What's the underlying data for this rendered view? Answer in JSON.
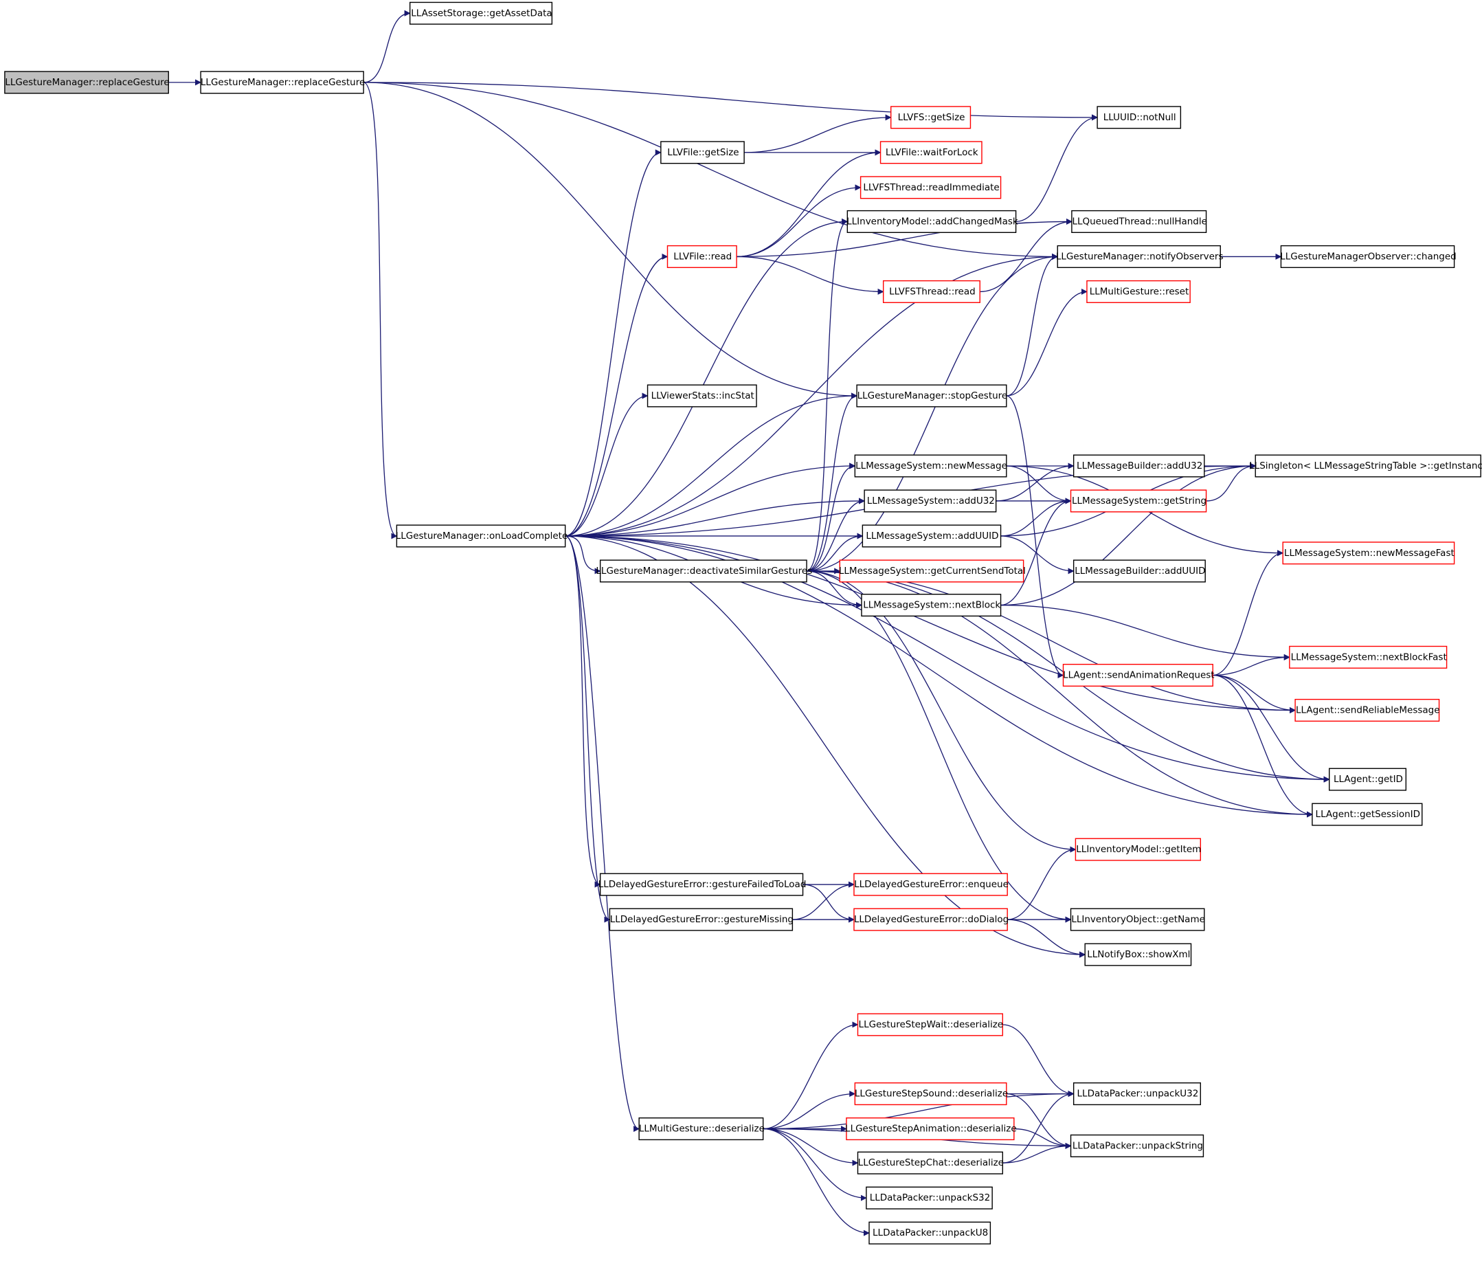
{
  "colors": {
    "edge": "#191970",
    "box_border": "#000000",
    "box_border_incomplete": "#ff0000",
    "root_fill": "#bfbfbf",
    "box_fill": "#ffffff"
  },
  "nodes": [
    {
      "id": "root",
      "label": "LLGestureManager::replaceGesture",
      "style": "root"
    },
    {
      "id": "rg",
      "label": "LLGestureManager::replaceGesture",
      "style": "normal"
    },
    {
      "id": "getAssetData",
      "label": "LLAssetStorage::getAssetData",
      "style": "normal"
    },
    {
      "id": "notNull",
      "label": "LLUUID::notNull",
      "style": "normal"
    },
    {
      "id": "vfsGetSize",
      "label": "LLVFS::getSize",
      "style": "red"
    },
    {
      "id": "vfileGetSize",
      "label": "LLVFile::getSize",
      "style": "normal"
    },
    {
      "id": "waitForLock",
      "label": "LLVFile::waitForLock",
      "style": "red"
    },
    {
      "id": "readImmediate",
      "label": "LLVFSThread::readImmediate",
      "style": "red"
    },
    {
      "id": "addChangedMask",
      "label": "LLInventoryModel::addChangedMask",
      "style": "normal"
    },
    {
      "id": "nullHandle",
      "label": "LLQueuedThread::nullHandle",
      "style": "normal"
    },
    {
      "id": "vfileRead",
      "label": "LLVFile::read",
      "style": "red"
    },
    {
      "id": "notifyObservers",
      "label": "LLGestureManager::notifyObservers",
      "style": "normal"
    },
    {
      "id": "changed",
      "label": "LLGestureManagerObserver::changed",
      "style": "normal"
    },
    {
      "id": "vfsRead",
      "label": "LLVFSThread::read",
      "style": "red"
    },
    {
      "id": "mgReset",
      "label": "LLMultiGesture::reset",
      "style": "red"
    },
    {
      "id": "incStat",
      "label": "LLViewerStats::incStat",
      "style": "normal"
    },
    {
      "id": "stopGesture",
      "label": "LLGestureManager::stopGesture",
      "style": "normal"
    },
    {
      "id": "newMessage",
      "label": "LLMessageSystem::newMessage",
      "style": "normal"
    },
    {
      "id": "mbAddU32",
      "label": "LLMessageBuilder::addU32",
      "style": "normal"
    },
    {
      "id": "getInstance",
      "label": "LLSingleton< LLMessageStringTable >::getInstance",
      "style": "normal"
    },
    {
      "id": "msAddU32",
      "label": "LLMessageSystem::addU32",
      "style": "normal"
    },
    {
      "id": "getString",
      "label": "LLMessageSystem::getString",
      "style": "red"
    },
    {
      "id": "onLoadComplete",
      "label": "LLGestureManager::onLoadComplete",
      "style": "normal"
    },
    {
      "id": "addUUID",
      "label": "LLMessageSystem::addUUID",
      "style": "normal"
    },
    {
      "id": "newMessageFast",
      "label": "LLMessageSystem::newMessageFast",
      "style": "red"
    },
    {
      "id": "deactivate",
      "label": "LLGestureManager::deactivateSimilarGestures",
      "style": "normal"
    },
    {
      "id": "getCurrentSendTotal",
      "label": "LLMessageSystem::getCurrentSendTotal",
      "style": "red"
    },
    {
      "id": "mbAddUUID",
      "label": "LLMessageBuilder::addUUID",
      "style": "normal"
    },
    {
      "id": "nextBlock",
      "label": "LLMessageSystem::nextBlock",
      "style": "normal"
    },
    {
      "id": "nextBlockFast",
      "label": "LLMessageSystem::nextBlockFast",
      "style": "red"
    },
    {
      "id": "sendAnimationRequest",
      "label": "LLAgent::sendAnimationRequest",
      "style": "red"
    },
    {
      "id": "sendReliableMessage",
      "label": "LLAgent::sendReliableMessage",
      "style": "red"
    },
    {
      "id": "getID",
      "label": "LLAgent::getID",
      "style": "normal"
    },
    {
      "id": "getSessionID",
      "label": "LLAgent::getSessionID",
      "style": "normal"
    },
    {
      "id": "getItem",
      "label": "LLInventoryModel::getItem",
      "style": "red"
    },
    {
      "id": "gestureFailedToLoad",
      "label": "LLDelayedGestureError::gestureFailedToLoad",
      "style": "normal"
    },
    {
      "id": "enqueue",
      "label": "LLDelayedGestureError::enqueue",
      "style": "red"
    },
    {
      "id": "gestureMissing",
      "label": "LLDelayedGestureError::gestureMissing",
      "style": "normal"
    },
    {
      "id": "doDialog",
      "label": "LLDelayedGestureError::doDialog",
      "style": "red"
    },
    {
      "id": "getName",
      "label": "LLInventoryObject::getName",
      "style": "normal"
    },
    {
      "id": "showXml",
      "label": "LLNotifyBox::showXml",
      "style": "normal"
    },
    {
      "id": "stepWait",
      "label": "LLGestureStepWait::deserialize",
      "style": "red"
    },
    {
      "id": "stepSound",
      "label": "LLGestureStepSound::deserialize",
      "style": "red"
    },
    {
      "id": "unpackU32",
      "label": "LLDataPacker::unpackU32",
      "style": "normal"
    },
    {
      "id": "mgDeserialize",
      "label": "LLMultiGesture::deserialize",
      "style": "normal"
    },
    {
      "id": "stepAnim",
      "label": "LLGestureStepAnimation::deserialize",
      "style": "red"
    },
    {
      "id": "unpackString",
      "label": "LLDataPacker::unpackString",
      "style": "normal"
    },
    {
      "id": "stepChat",
      "label": "LLGestureStepChat::deserialize",
      "style": "normal"
    },
    {
      "id": "unpackS32",
      "label": "LLDataPacker::unpackS32",
      "style": "normal"
    },
    {
      "id": "unpackU8",
      "label": "LLDataPacker::unpackU8",
      "style": "normal"
    }
  ],
  "edges": [
    [
      "root",
      "rg"
    ],
    [
      "rg",
      "getAssetData"
    ],
    [
      "rg",
      "notNull"
    ],
    [
      "rg",
      "notifyObservers"
    ],
    [
      "rg",
      "stopGesture"
    ],
    [
      "rg",
      "onLoadComplete"
    ],
    [
      "vfileGetSize",
      "vfsGetSize"
    ],
    [
      "vfileGetSize",
      "waitForLock"
    ],
    [
      "vfileRead",
      "waitForLock"
    ],
    [
      "vfileRead",
      "readImmediate"
    ],
    [
      "vfileRead",
      "nullHandle"
    ],
    [
      "vfileRead",
      "vfsRead"
    ],
    [
      "vfsRead",
      "nullHandle"
    ],
    [
      "addChangedMask",
      "notNull"
    ],
    [
      "notifyObservers",
      "changed"
    ],
    [
      "stopGesture",
      "notifyObservers"
    ],
    [
      "stopGesture",
      "mgReset"
    ],
    [
      "stopGesture",
      "sendAnimationRequest"
    ],
    [
      "newMessage",
      "getString"
    ],
    [
      "newMessage",
      "getInstance"
    ],
    [
      "newMessage",
      "newMessageFast"
    ],
    [
      "msAddU32",
      "mbAddU32"
    ],
    [
      "msAddU32",
      "getString"
    ],
    [
      "addUUID",
      "getString"
    ],
    [
      "addUUID",
      "mbAddUUID"
    ],
    [
      "addUUID",
      "getInstance"
    ],
    [
      "nextBlock",
      "getString"
    ],
    [
      "nextBlock",
      "getInstance"
    ],
    [
      "nextBlock",
      "nextBlockFast"
    ],
    [
      "getString",
      "getInstance"
    ],
    [
      "sendAnimationRequest",
      "newMessageFast"
    ],
    [
      "sendAnimationRequest",
      "nextBlockFast"
    ],
    [
      "sendAnimationRequest",
      "sendReliableMessage"
    ],
    [
      "sendAnimationRequest",
      "getID"
    ],
    [
      "sendAnimationRequest",
      "getSessionID"
    ],
    [
      "onLoadComplete",
      "vfileGetSize"
    ],
    [
      "onLoadComplete",
      "addChangedMask"
    ],
    [
      "onLoadComplete",
      "vfileRead"
    ],
    [
      "onLoadComplete",
      "notifyObservers"
    ],
    [
      "onLoadComplete",
      "incStat"
    ],
    [
      "onLoadComplete",
      "stopGesture"
    ],
    [
      "onLoadComplete",
      "newMessage"
    ],
    [
      "onLoadComplete",
      "msAddU32"
    ],
    [
      "onLoadComplete",
      "addUUID"
    ],
    [
      "onLoadComplete",
      "deactivate"
    ],
    [
      "onLoadComplete",
      "nextBlock"
    ],
    [
      "onLoadComplete",
      "getInstance"
    ],
    [
      "onLoadComplete",
      "sendReliableMessage"
    ],
    [
      "onLoadComplete",
      "getID"
    ],
    [
      "onLoadComplete",
      "gestureFailedToLoad"
    ],
    [
      "onLoadComplete",
      "gestureMissing"
    ],
    [
      "onLoadComplete",
      "showXml"
    ],
    [
      "onLoadComplete",
      "getSessionID"
    ],
    [
      "onLoadComplete",
      "mgDeserialize"
    ],
    [
      "deactivate",
      "addChangedMask"
    ],
    [
      "deactivate",
      "notifyObservers"
    ],
    [
      "deactivate",
      "stopGesture"
    ],
    [
      "deactivate",
      "newMessage"
    ],
    [
      "deactivate",
      "msAddU32"
    ],
    [
      "deactivate",
      "addUUID"
    ],
    [
      "deactivate",
      "getCurrentSendTotal"
    ],
    [
      "deactivate",
      "nextBlock"
    ],
    [
      "deactivate",
      "sendReliableMessage"
    ],
    [
      "deactivate",
      "getID"
    ],
    [
      "deactivate",
      "getSessionID"
    ],
    [
      "deactivate",
      "getItem"
    ],
    [
      "deactivate",
      "getName"
    ],
    [
      "gestureFailedToLoad",
      "enqueue"
    ],
    [
      "gestureFailedToLoad",
      "doDialog"
    ],
    [
      "gestureMissing",
      "enqueue"
    ],
    [
      "gestureMissing",
      "doDialog"
    ],
    [
      "doDialog",
      "getItem"
    ],
    [
      "doDialog",
      "getName"
    ],
    [
      "doDialog",
      "showXml"
    ],
    [
      "mgDeserialize",
      "stepWait"
    ],
    [
      "mgDeserialize",
      "unpackU32"
    ],
    [
      "mgDeserialize",
      "stepSound"
    ],
    [
      "mgDeserialize",
      "stepAnim"
    ],
    [
      "mgDeserialize",
      "stepChat"
    ],
    [
      "mgDeserialize",
      "unpackS32"
    ],
    [
      "mgDeserialize",
      "unpackU8"
    ],
    [
      "mgDeserialize",
      "unpackString"
    ],
    [
      "stepWait",
      "unpackU32"
    ],
    [
      "stepSound",
      "unpackU32"
    ],
    [
      "stepSound",
      "unpackString"
    ],
    [
      "stepAnim",
      "unpackString"
    ],
    [
      "stepChat",
      "unpackU32"
    ],
    [
      "stepChat",
      "unpackString"
    ]
  ]
}
